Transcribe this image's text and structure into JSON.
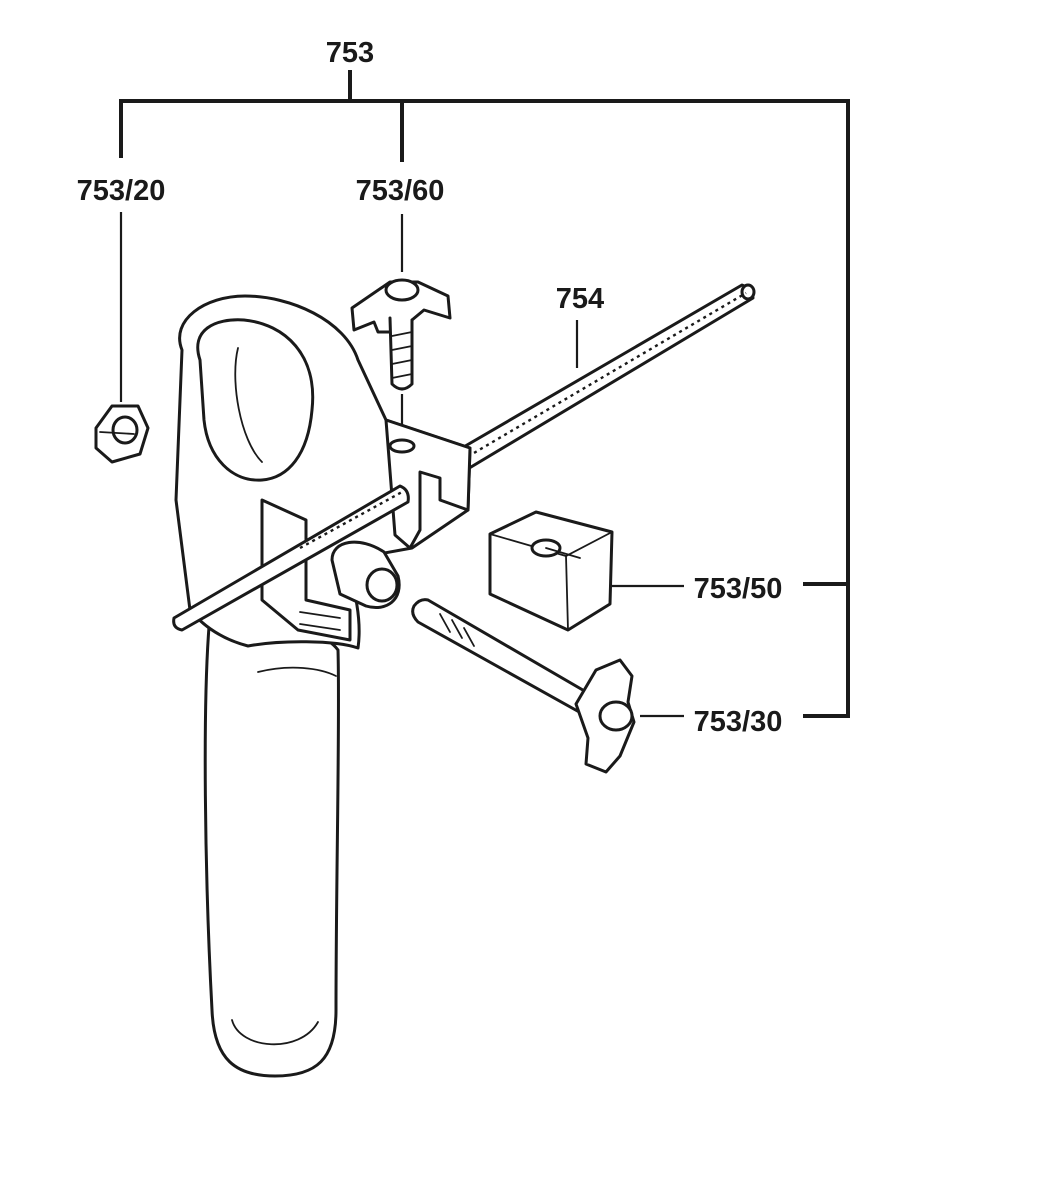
{
  "labels": {
    "assembly": "753",
    "nut": "753/20",
    "wing_screw": "753/60",
    "depth_rod": "754",
    "clamp_block": "753/50",
    "clamp_bolt": "753/30"
  }
}
